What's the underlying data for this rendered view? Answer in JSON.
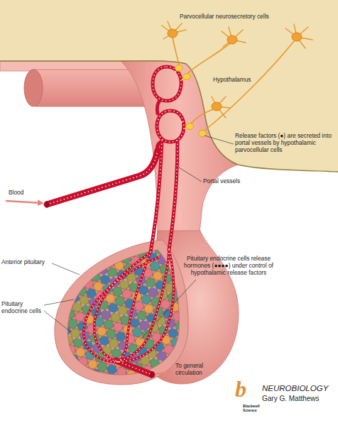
{
  "diagram": {
    "nodes": [
      {
        "text": [
          "Parvocellular neurosecretory cells",
          "Hypothalamus"
        ]
      }
    ],
    "labels": [
      "Release factors (●) are secreted into portal vessels by hypothalamic parvocellular cells",
      "Portal vessels",
      "Blood",
      "Anterior pituitary",
      "Pituitary endocrine cells",
      "Pituitary endocrine cells release hormones (●●●●) under control of hypothalamic release factors",
      "To general circulation",
      "b",
      "NEUROBIOLOGY",
      "Gary G. Matthews",
      "Blackwell Science"
    ]
  }
}
